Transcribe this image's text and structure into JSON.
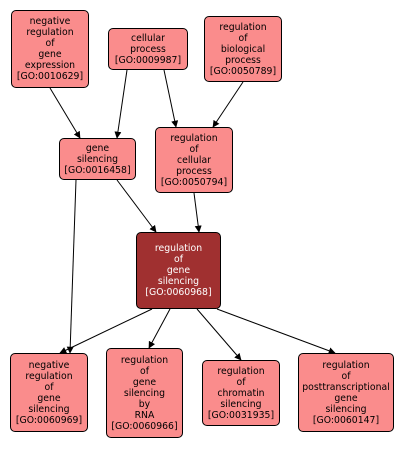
{
  "graph": {
    "nodes": [
      {
        "id": "n1",
        "name_lines": [
          "negative",
          "regulation",
          "of",
          "gene",
          "expression"
        ],
        "go_id": "[GO:0010629]",
        "focus": false
      },
      {
        "id": "n2",
        "name_lines": [
          "cellular",
          "process"
        ],
        "go_id": "[GO:0009987]",
        "focus": false
      },
      {
        "id": "n3",
        "name_lines": [
          "regulation",
          "of",
          "biological",
          "process"
        ],
        "go_id": "[GO:0050789]",
        "focus": false
      },
      {
        "id": "n4",
        "name_lines": [
          "gene",
          "silencing"
        ],
        "go_id": "[GO:0016458]",
        "focus": false
      },
      {
        "id": "n5",
        "name_lines": [
          "regulation",
          "of",
          "cellular",
          "process"
        ],
        "go_id": "[GO:0050794]",
        "focus": false
      },
      {
        "id": "n6",
        "name_lines": [
          "regulation",
          "of",
          "gene",
          "silencing"
        ],
        "go_id": "[GO:0060968]",
        "focus": true
      },
      {
        "id": "n7",
        "name_lines": [
          "negative",
          "regulation",
          "of",
          "gene",
          "silencing"
        ],
        "go_id": "[GO:0060969]",
        "focus": false
      },
      {
        "id": "n8",
        "name_lines": [
          "regulation",
          "of",
          "gene",
          "silencing",
          "by",
          "RNA"
        ],
        "go_id": "[GO:0060966]",
        "focus": false
      },
      {
        "id": "n9",
        "name_lines": [
          "regulation",
          "of",
          "chromatin",
          "silencing"
        ],
        "go_id": "[GO:0031935]",
        "focus": false
      },
      {
        "id": "n10",
        "name_lines": [
          "regulation",
          "of",
          "posttranscriptional",
          "gene",
          "silencing"
        ],
        "go_id": "[GO:0060147]",
        "focus": false
      }
    ],
    "edges": [
      {
        "from": "n1",
        "to": "n4"
      },
      {
        "from": "n2",
        "to": "n4"
      },
      {
        "from": "n2",
        "to": "n5"
      },
      {
        "from": "n3",
        "to": "n5"
      },
      {
        "from": "n4",
        "to": "n6"
      },
      {
        "from": "n4",
        "to": "n7"
      },
      {
        "from": "n5",
        "to": "n6"
      },
      {
        "from": "n6",
        "to": "n7"
      },
      {
        "from": "n6",
        "to": "n8"
      },
      {
        "from": "n6",
        "to": "n9"
      },
      {
        "from": "n6",
        "to": "n10"
      }
    ]
  }
}
